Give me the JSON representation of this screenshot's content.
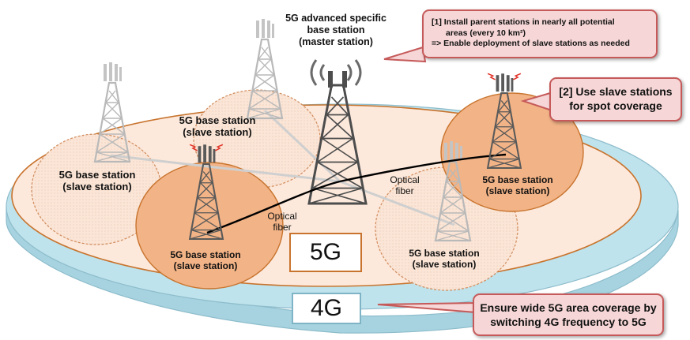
{
  "master_station": {
    "lines": [
      "5G advanced specific",
      "base station",
      "(master station)"
    ]
  },
  "slave_stations": [
    {
      "id": "top-center",
      "lines": [
        "5G base station",
        "(slave station)"
      ]
    },
    {
      "id": "left",
      "lines": [
        "5G base station",
        "(slave station)"
      ]
    },
    {
      "id": "front-left",
      "lines": [
        "5G base station",
        "(slave station)"
      ]
    },
    {
      "id": "front-right",
      "lines": [
        "5G base station",
        "(slave station)"
      ]
    },
    {
      "id": "right",
      "lines": [
        "5G base station",
        "(slave station)"
      ]
    }
  ],
  "optical_fiber_labels": [
    {
      "id": "left",
      "lines": [
        "Optical",
        "fiber"
      ]
    },
    {
      "id": "right",
      "lines": [
        "Optical",
        "fiber"
      ]
    }
  ],
  "callouts": {
    "install": {
      "lines": [
        "[1] Install parent stations in nearly all potential",
        "areas  (every 10 km²)",
        "=> Enable deployment of slave stations as needed"
      ]
    },
    "spot": {
      "lines": [
        "[2] Use slave stations",
        "for spot coverage"
      ]
    },
    "wide": {
      "lines": [
        "Ensure wide 5G area coverage by",
        "switching 4G frequency to 5G"
      ]
    }
  },
  "layer_labels": {
    "five_g": "5G",
    "four_g": "4G"
  },
  "colors": {
    "four_g_disc": "#bfe3ec",
    "five_g_disc": "#fde9dc",
    "disc_border": "#c8742e",
    "active_cell": "#f2b386",
    "faded_cell": "#fbe5d6",
    "callout_fill": "#f6d6d6",
    "callout_border": "#c65a5a",
    "fiber": "#000000"
  }
}
